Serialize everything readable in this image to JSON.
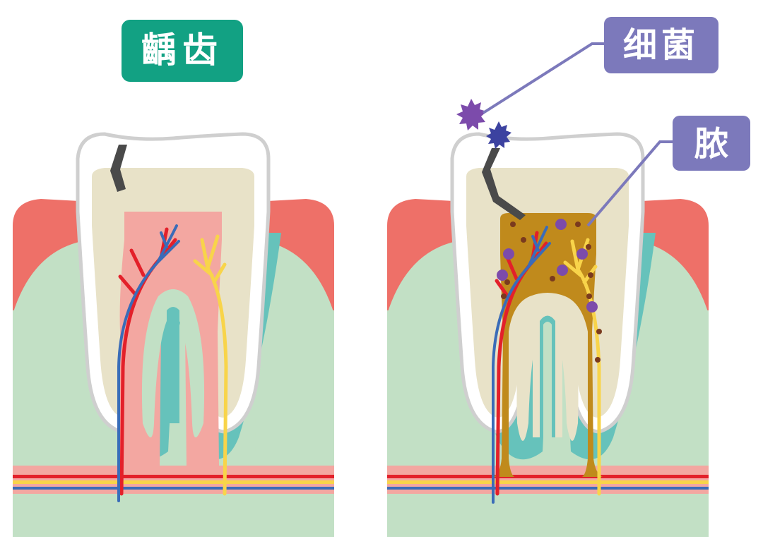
{
  "labels": {
    "caries": "齲齿",
    "bacteria": "细菌",
    "pus": "脓"
  },
  "colors": {
    "caries_label_bg": "#12a183",
    "callout_bg": "#7c79bb",
    "callout_line": "#7c79bb",
    "gum": "#ee7068",
    "bone": "#c2e0c5",
    "root_membrane": "#66c2bb",
    "enamel_outline": "#cfcfcf",
    "dentin": "#e8e2c8",
    "pulp": "#f3a7a1",
    "pus": "#c08a1c",
    "artery": "#e3202a",
    "vein": "#3a6cb8",
    "nerve": "#f8d44a",
    "cavity": "#4a4a4a",
    "bacteria_dark": "#3c42a0",
    "bacteria_purple": "#7c4bab"
  }
}
